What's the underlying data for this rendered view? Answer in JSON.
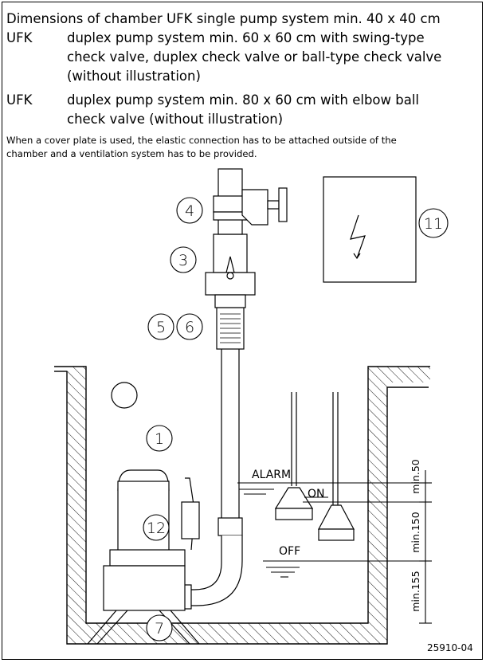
{
  "header": {
    "line1": "Dimensions of chamber UFK single pump system min. 40 x 40 cm",
    "item2_label": "UFK",
    "item2_line1": "duplex pump system min. 60 x 60 cm with swing-type",
    "item2_line2": "check valve, duplex check valve or ball-type check valve",
    "item2_line3": "(without illustration)",
    "item3_label": "UFK",
    "item3_line1": "duplex pump system min. 80 x 60 cm with elbow ball",
    "item3_line2": "check valve (without illustration)",
    "note_line1": "When a cover plate is used, the elastic connection has to be attached outside of the",
    "note_line2": "chamber and a ventilation system has to be provided."
  },
  "diagram": {
    "callouts": {
      "c1": "1",
      "c3": "3",
      "c4": "4",
      "c5": "5",
      "c6": "6",
      "c7": "7",
      "c11": "11",
      "c12": "12"
    },
    "levels": {
      "alarm": "ALARM",
      "on": "ON",
      "off": "OFF"
    },
    "dimensions": {
      "d1": "min.50",
      "d2": "min.150",
      "d3": "min.155"
    },
    "drawing_number": "25910-04"
  }
}
